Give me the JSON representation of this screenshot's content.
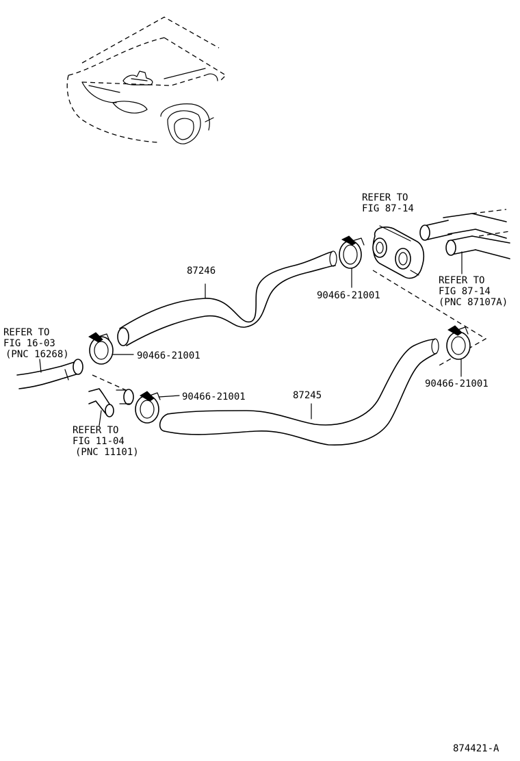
{
  "labels": {
    "hose_upper": "87246",
    "hose_lower": "87245",
    "clamp_a": "90466-21001",
    "clamp_b": "90466-21001",
    "clamp_c": "90466-21001",
    "clamp_d": "90466-21001",
    "ref_valve_1": "REFER TO",
    "ref_valve_2": "FIG 87-14",
    "ref_right_1": "REFER TO",
    "ref_right_2": "FIG 87-14",
    "ref_right_3": "(PNC 87107A)",
    "ref_left_1": "REFER TO",
    "ref_left_2": "FIG 16-03",
    "ref_left_3": "(PNC 16268)",
    "ref_lower_1": "REFER TO",
    "ref_lower_2": "FIG 11-04",
    "ref_lower_3": "(PNC 11101)",
    "figure_id": "874421-A"
  },
  "colors": {
    "ink": "#000000",
    "paper": "#ffffff"
  }
}
